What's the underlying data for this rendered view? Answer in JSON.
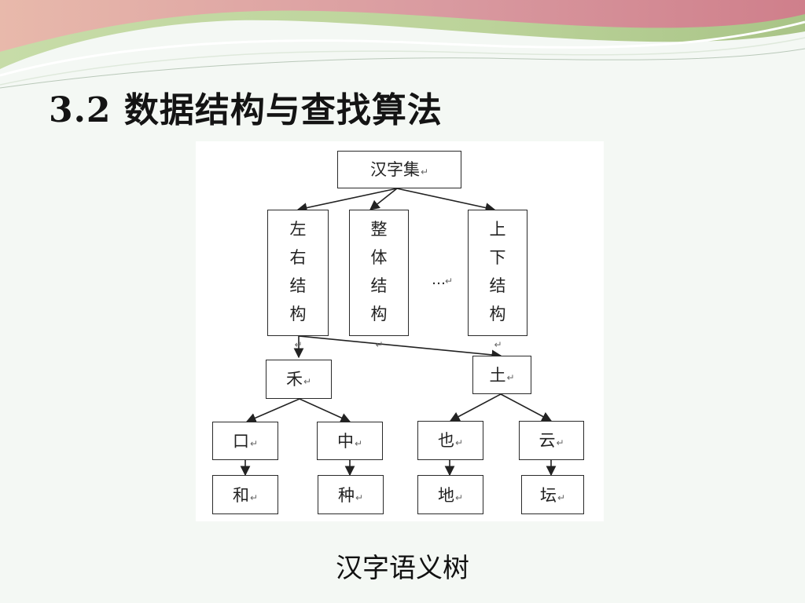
{
  "slide": {
    "title": "3.2 数据结构与查找算法",
    "caption": "汉字语义树"
  },
  "tree": {
    "return_mark": "↵",
    "ellipsis": "…",
    "root": "汉字集",
    "structures": [
      "左右结构",
      "整体结构",
      "上下结构"
    ],
    "components": [
      "禾",
      "土"
    ],
    "parts": [
      "口",
      "中",
      "也",
      "云"
    ],
    "chars": [
      "和",
      "种",
      "地",
      "坛"
    ]
  },
  "colors": {
    "banner_pink": "#d98c95",
    "banner_green": "#bcd39a",
    "node_border": "#2a2a2a",
    "background": "#f4f8f4"
  }
}
